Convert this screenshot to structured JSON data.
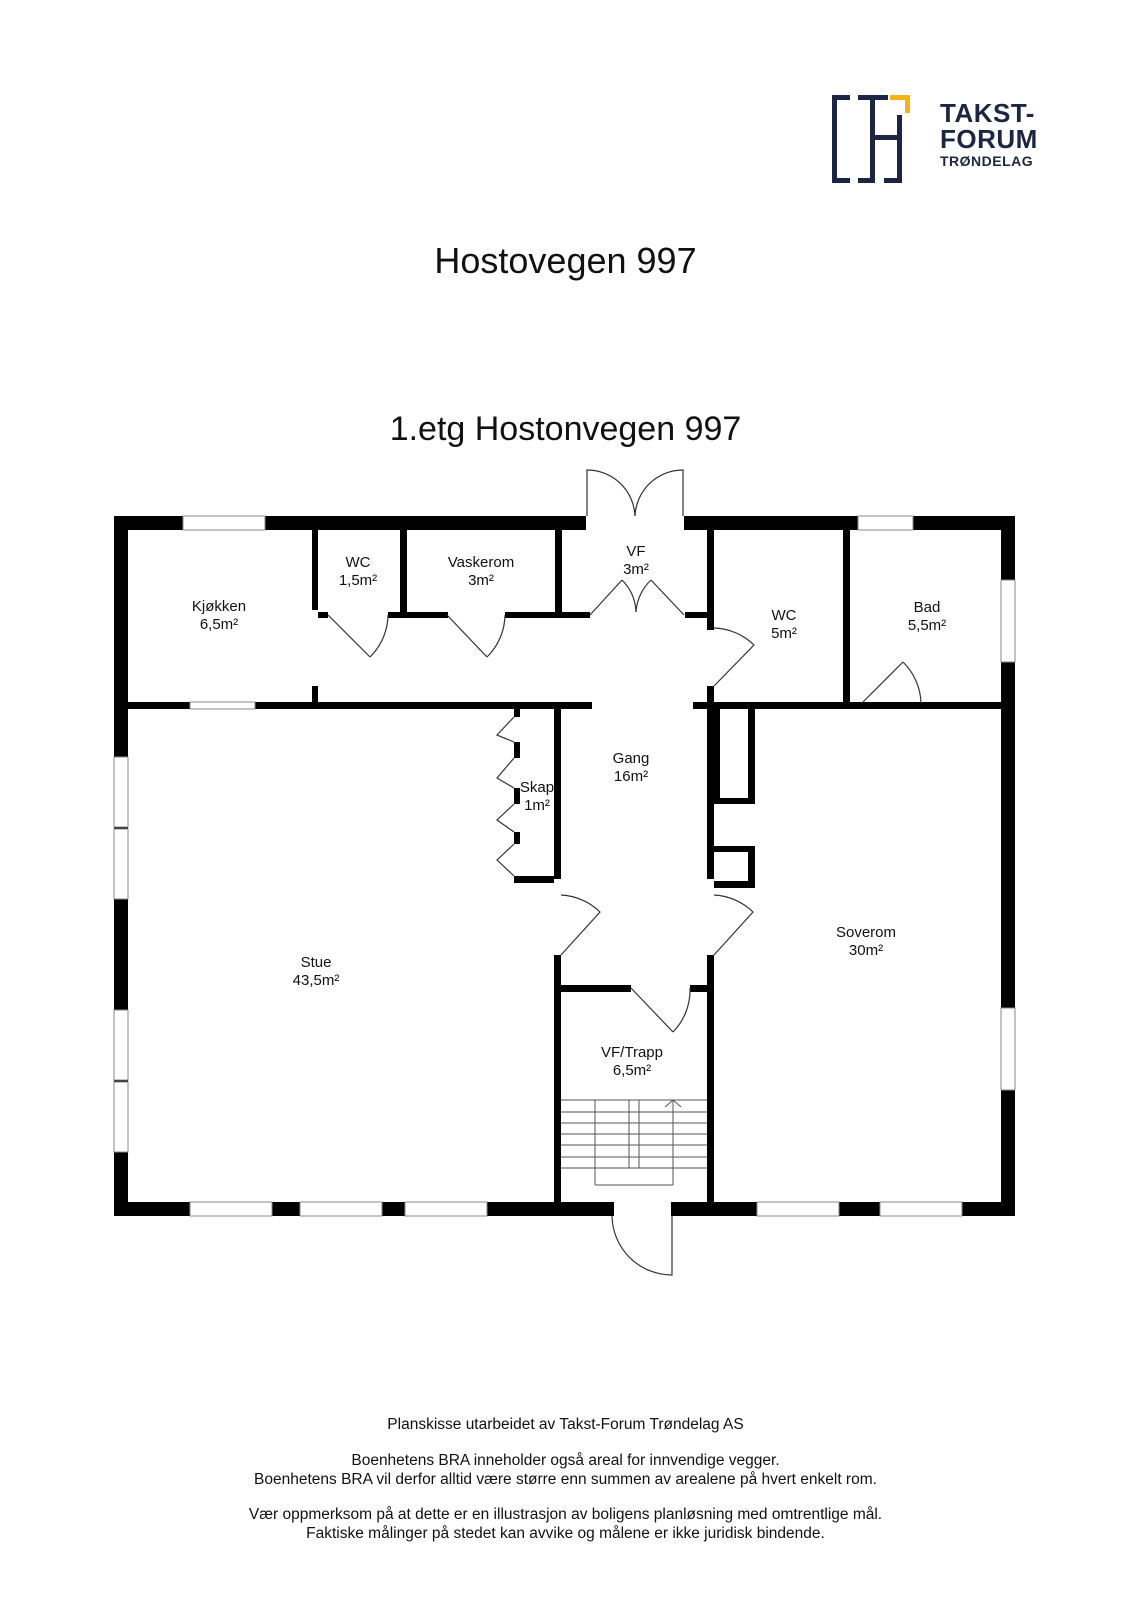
{
  "logo": {
    "line1": "TAKST-",
    "line2": "FORUM",
    "line3": "TRØNDELAG",
    "brand_color": "#1c2541",
    "accent_color": "#f5b21b"
  },
  "title": "Hostovegen 997",
  "floor_title": "1.etg Hostonvegen 997",
  "rooms": [
    {
      "name": "Kjøkken",
      "area": "6,5m²"
    },
    {
      "name": "WC",
      "area": "1,5m²"
    },
    {
      "name": "Vaskerom",
      "area": "3m²"
    },
    {
      "name": "VF",
      "area": "3m²"
    },
    {
      "name": "WC",
      "area": "5m²"
    },
    {
      "name": "Bad",
      "area": "5,5m²"
    },
    {
      "name": "Gang",
      "area": "16m²"
    },
    {
      "name": "Skap",
      "area": "1m²"
    },
    {
      "name": "Stue",
      "area": "43,5m²"
    },
    {
      "name": "Soverom",
      "area": "30m²"
    },
    {
      "name": "VF/Trapp",
      "area": "6,5m²"
    }
  ],
  "footer": {
    "credit": "Planskisse utarbeidet av Takst-Forum Trøndelag AS",
    "note1": "Boenhetens BRA inneholder også areal for innvendige vegger.",
    "note2": "Boenhetens BRA vil derfor alltid være større enn summen av arealene på hvert enkelt rom.",
    "note3": "Vær oppmerksom på at dette er en illustrasjon av boligens planløsning med omtrentlige mål.",
    "note4": "Faktiske målinger på stedet kan avvike og målene er ikke juridisk bindende."
  }
}
